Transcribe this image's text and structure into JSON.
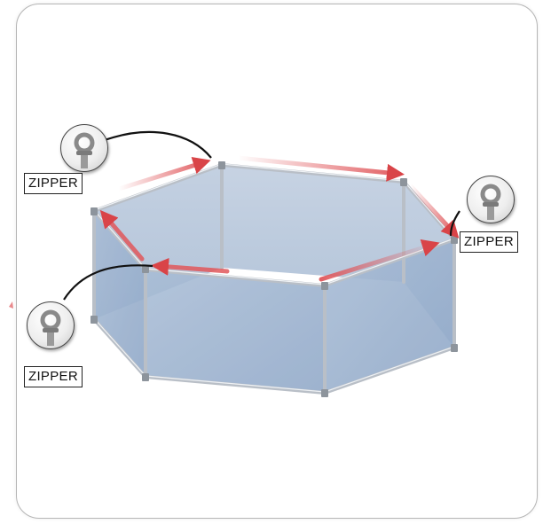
{
  "labels": {
    "zipper_top_left": "ZIPPER",
    "zipper_right": "ZIPPER",
    "zipper_bottom_left": "ZIPPER"
  },
  "icons": [
    "eye-bolt-icon",
    "eye-bolt-icon",
    "eye-bolt-icon"
  ],
  "colors": {
    "panel": "#9fb6d4",
    "frame": "#c9ced4",
    "arrow": "#e0575b",
    "border": "#b5b5b5"
  }
}
